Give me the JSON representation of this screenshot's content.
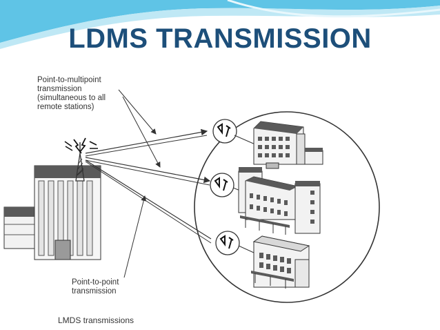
{
  "slide": {
    "title": "LDMS TRANSMISSION"
  },
  "diagram": {
    "label_multipoint": [
      "Point-to-multipoint",
      "transmission",
      "(simultaneous to all",
      "remote stations)"
    ],
    "label_point": [
      "Point-to-point",
      "transmission"
    ],
    "caption": "LMDS transmissions"
  },
  "colors": {
    "title": "#1d4f7a",
    "header_blue": "#5fc4e6",
    "header_light": "#bfe8f5",
    "line": "#333333",
    "building_dark": "#5a5a5a",
    "building_light": "#f2f2f2"
  }
}
